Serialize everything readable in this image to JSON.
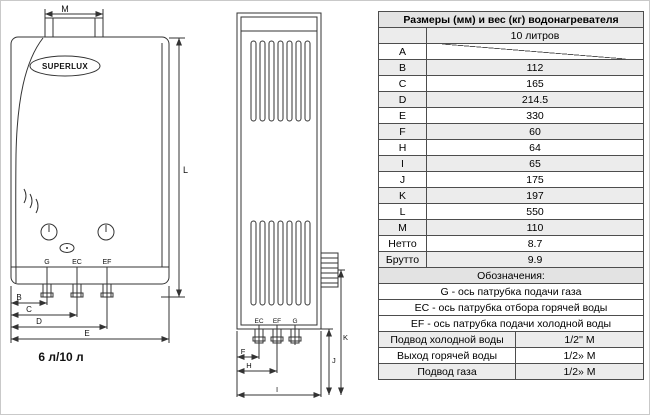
{
  "front_view": {
    "caption": "6 л/10 л",
    "brand": "SUPERLUX",
    "labels": {
      "m": "M",
      "b": "B",
      "c": "C",
      "d": "D",
      "e": "E",
      "l": "L",
      "g": "G",
      "ec": "EC",
      "ef": "EF"
    }
  },
  "side_view": {
    "labels": {
      "ec": "EC",
      "ef": "EF",
      "g": "G",
      "f": "F",
      "h": "H",
      "i": "I",
      "j": "J",
      "k": "K"
    }
  },
  "table": {
    "title": "Размеры (мм) и вес (кг) водонагревателя",
    "volume_header": "10 литров",
    "rows": [
      {
        "label": "A",
        "value": ""
      },
      {
        "label": "B",
        "value": "112"
      },
      {
        "label": "C",
        "value": "165"
      },
      {
        "label": "D",
        "value": "214.5"
      },
      {
        "label": "E",
        "value": "330"
      },
      {
        "label": "F",
        "value": "60"
      },
      {
        "label": "H",
        "value": "64"
      },
      {
        "label": "I",
        "value": "65"
      },
      {
        "label": "J",
        "value": "175"
      },
      {
        "label": "K",
        "value": "197"
      },
      {
        "label": "L",
        "value": "550"
      },
      {
        "label": "M",
        "value": "110"
      },
      {
        "label": "Нетто",
        "value": "8.7"
      },
      {
        "label": "Брутто",
        "value": "9.9"
      }
    ],
    "designations_title": "Обозначения:",
    "designations": [
      "G - ось патрубка подачи газа",
      "ЕС - ось патрубка отбора горячей воды",
      "EF - ось патрубка подачи холодной воды"
    ],
    "connections": [
      {
        "label": "Подвод холодной воды",
        "value": "1/2'' M"
      },
      {
        "label": "Выход горячей воды",
        "value": "1/2» М"
      },
      {
        "label": "Подвод газа",
        "value": "1/2» М"
      }
    ]
  }
}
